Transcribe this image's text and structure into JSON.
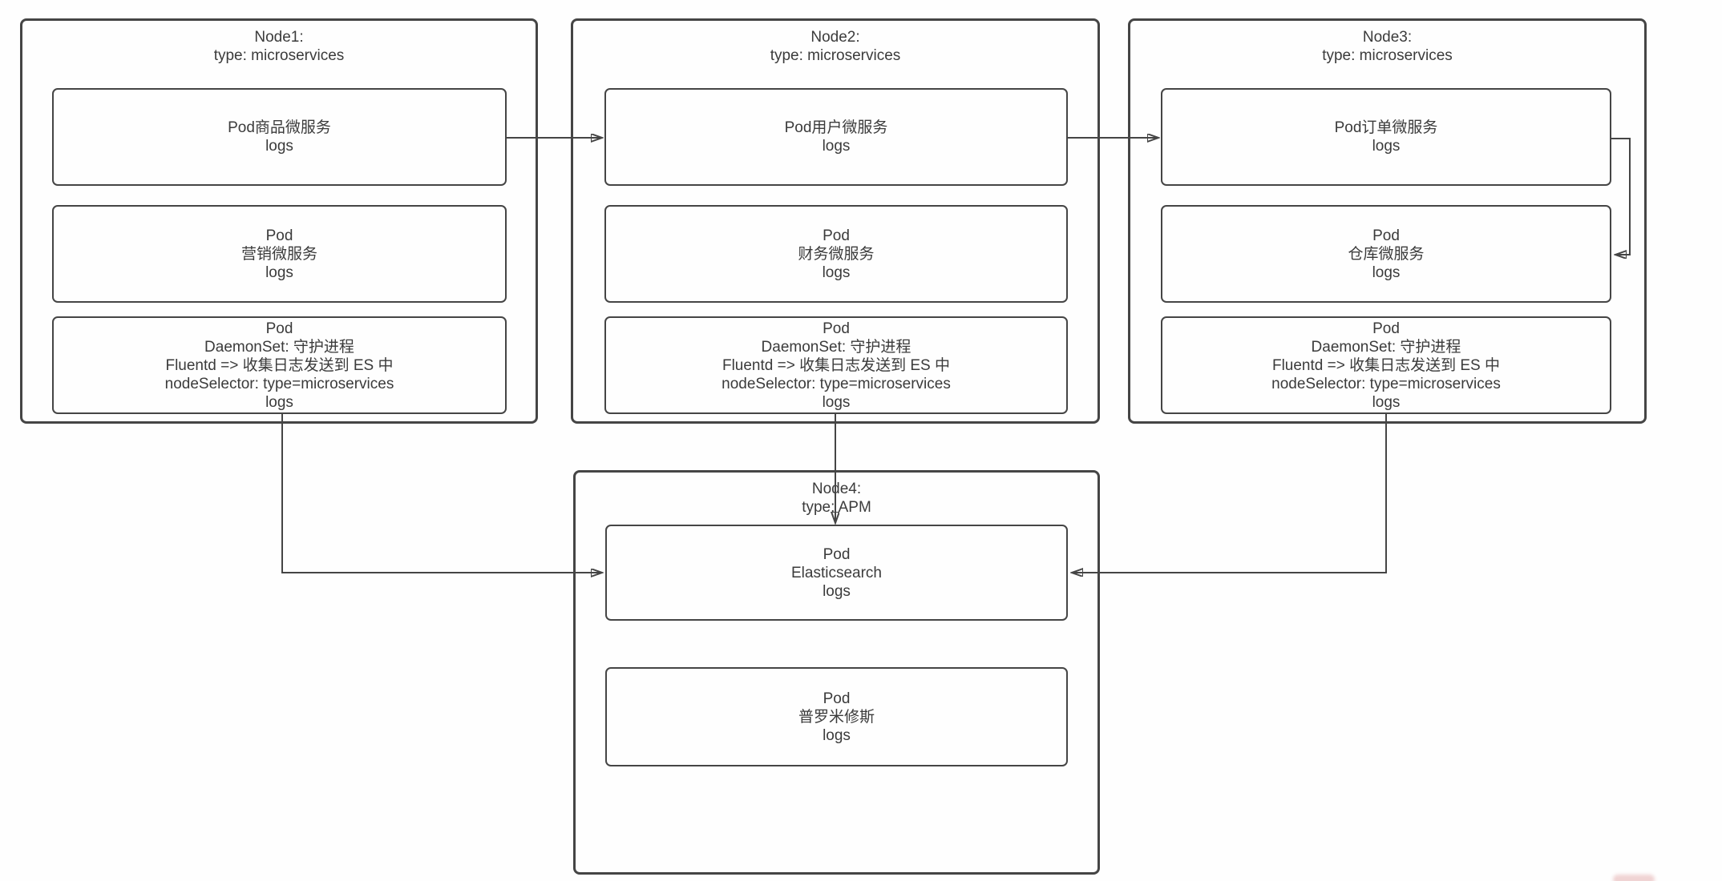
{
  "diagram": {
    "background": "#ffffff",
    "stroke_color": "#454545",
    "text_color": "#3b3b3b",
    "type": "kubernetes-logging-architecture"
  },
  "nodes": [
    {
      "name": "node1",
      "title": "Node1:\ntype: microservices",
      "pods": [
        {
          "text": "Pod商品微服务\nlogs"
        },
        {
          "text": "Pod\n营销微服务\nlogs"
        },
        {
          "text": "Pod\nDaemonSet: 守护进程\nFluentd => 收集日志发送到 ES 中\nnodeSelector: type=microservices\nlogs"
        }
      ]
    },
    {
      "name": "node2",
      "title": "Node2:\ntype: microservices",
      "pods": [
        {
          "text": "Pod用户微服务\nlogs"
        },
        {
          "text": "Pod\n财务微服务\nlogs"
        },
        {
          "text": "Pod\nDaemonSet: 守护进程\nFluentd => 收集日志发送到 ES 中\nnodeSelector: type=microservices\nlogs"
        }
      ]
    },
    {
      "name": "node3",
      "title": "Node3:\ntype: microservices",
      "pods": [
        {
          "text": "Pod订单微服务\nlogs"
        },
        {
          "text": "Pod\n仓库微服务\nlogs"
        },
        {
          "text": "Pod\nDaemonSet: 守护进程\nFluentd => 收集日志发送到 ES 中\nnodeSelector: type=microservices\nlogs"
        }
      ]
    },
    {
      "name": "node4",
      "title": "Node4:\ntype: APM",
      "pods": [
        {
          "text": "Pod\nElasticsearch\nlogs"
        },
        {
          "text": "Pod\n普罗米修斯\nlogs"
        }
      ]
    }
  ],
  "connectors": [
    {
      "from": "node1-pod-product-service",
      "to": "node2-pod-user-service"
    },
    {
      "from": "node2-pod-user-service",
      "to": "node3-pod-order-service"
    },
    {
      "from": "node3-pod-order-service",
      "to": "node3-pod-warehouse-service"
    },
    {
      "from": "node1-pod-daemonset-fluentd",
      "to": "node4-pod-elasticsearch"
    },
    {
      "from": "node2-pod-daemonset-fluentd",
      "to": "node4-pod-elasticsearch"
    },
    {
      "from": "node3-pod-daemonset-fluentd",
      "to": "node4-pod-elasticsearch"
    }
  ]
}
